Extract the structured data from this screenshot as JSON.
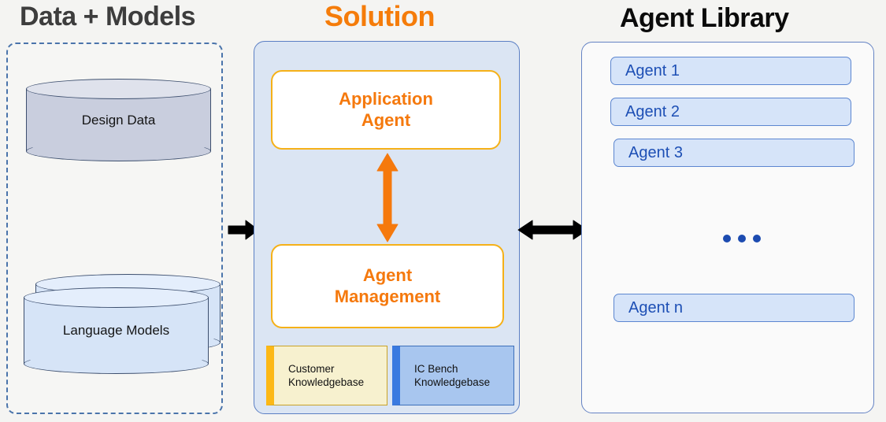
{
  "diagram": {
    "columns": {
      "data_models": {
        "title": "Data + Models",
        "title_color": "#3d3d3d",
        "items": [
          {
            "label": "Design  Data",
            "shape": "cylinder",
            "fill": "#c9cede"
          },
          {
            "label": "Language Models",
            "shape": "stacked-cylinder",
            "fill": "#d6e4f7"
          }
        ]
      },
      "solution": {
        "title": "Solution",
        "title_color": "#f57c0a",
        "panel_fill": "#dbe5f3",
        "panel_border": "#5b7fc4",
        "boxes": [
          {
            "label": "Application\nAgent",
            "line1": "Application",
            "line2": "Agent",
            "accent": "#f5b118",
            "text_color": "#f5790d"
          },
          {
            "label": "Agent\nManagement",
            "line1": "Agent",
            "line2": "Management",
            "accent": "#f5b118",
            "text_color": "#f5790d"
          }
        ],
        "knowledgebases": [
          {
            "line1": "Customer",
            "line2": "Knowledgebase",
            "fill": "#f7f1cf",
            "accent": "#fcb816"
          },
          {
            "line1": "IC Bench",
            "line2": "Knowledgebase",
            "fill": "#a8c6ef",
            "accent": "#3a7ae0"
          }
        ],
        "internal_arrow": "double-headed-vertical-arrow"
      },
      "agent_library": {
        "title": "Agent Library",
        "title_color": "#0b0b0b",
        "panel_fill": "#fafafa",
        "panel_border": "#6583c4",
        "item_fill": "#d6e4f9",
        "item_text_color": "#1d4fb5",
        "items": [
          {
            "label": "Agent 1"
          },
          {
            "label": "Agent 2"
          },
          {
            "label": "Agent 3"
          },
          {
            "label": "Agent n"
          }
        ],
        "ellipsis": "•••",
        "ellipsis_color": "#1c4bb0"
      }
    },
    "connectors": [
      {
        "name": "data-to-solution",
        "style": "single-arrow-right",
        "color": "#000000"
      },
      {
        "name": "solution-to-library",
        "style": "double-arrow-horizontal",
        "color": "#000000"
      }
    ]
  }
}
